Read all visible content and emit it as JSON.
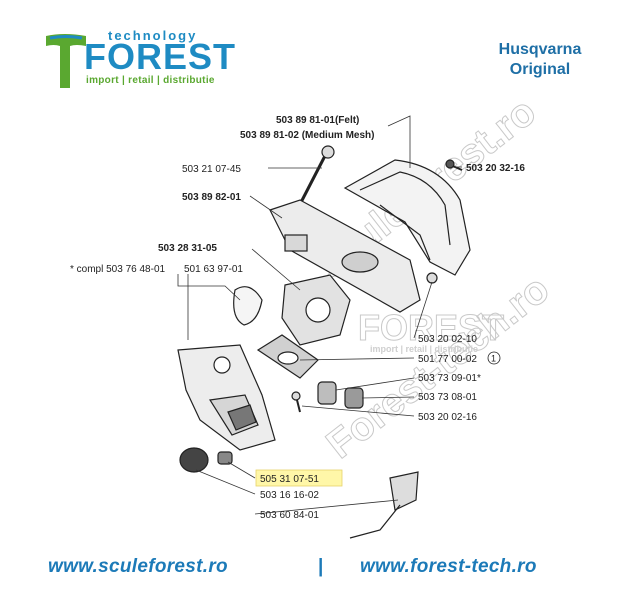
{
  "logo": {
    "technology": "technology",
    "forest": "FOREST",
    "tagline": "import | retail | distributie"
  },
  "brand": {
    "line1": "Husqvarna",
    "line2": "Original"
  },
  "watermark": {
    "site1": "sculeforest.ro",
    "site2": "Forest-tech.ro",
    "center": "FOREST",
    "center_sub": "import | retail | distributie"
  },
  "parts": [
    {
      "id": "p1",
      "text": "503 89 81-01(Felt)",
      "bold": true
    },
    {
      "id": "p2",
      "text": "503 89 81-02 (Medium Mesh)",
      "bold": true
    },
    {
      "id": "p3",
      "text": "503 21 07-45",
      "bold": false
    },
    {
      "id": "p4",
      "text": "503 20 32-16",
      "bold": true
    },
    {
      "id": "p5",
      "text": "503 89 82-01",
      "bold": true
    },
    {
      "id": "p6",
      "text": "503 28 31-05",
      "bold": true
    },
    {
      "id": "p7",
      "text": "* compl 503 76 48-01",
      "bold": false
    },
    {
      "id": "p8",
      "text": "501 63 97-01",
      "bold": false
    },
    {
      "id": "p9",
      "text": "503 20 02-10",
      "bold": false
    },
    {
      "id": "p10",
      "text": "501 77 00-02",
      "bold": false
    },
    {
      "id": "p11",
      "text": "503 73 09-01*",
      "bold": false
    },
    {
      "id": "p12",
      "text": "503 73 08-01",
      "bold": false
    },
    {
      "id": "p13",
      "text": "503 20 02-16",
      "bold": false
    },
    {
      "id": "p14",
      "text": "505 31 07-51",
      "bold": false
    },
    {
      "id": "p15",
      "text": "503 16 16-02",
      "bold": false
    },
    {
      "id": "p16",
      "text": "503 60 84-01",
      "bold": false
    }
  ],
  "circled_mark": "1",
  "highlight_color": "#fff7a8",
  "accent_blue": "#1e8bc3",
  "accent_green": "#5aa830",
  "footer": {
    "left": "www.sculeforest.ro",
    "separator": "|",
    "right": "www.forest-tech.ro"
  }
}
